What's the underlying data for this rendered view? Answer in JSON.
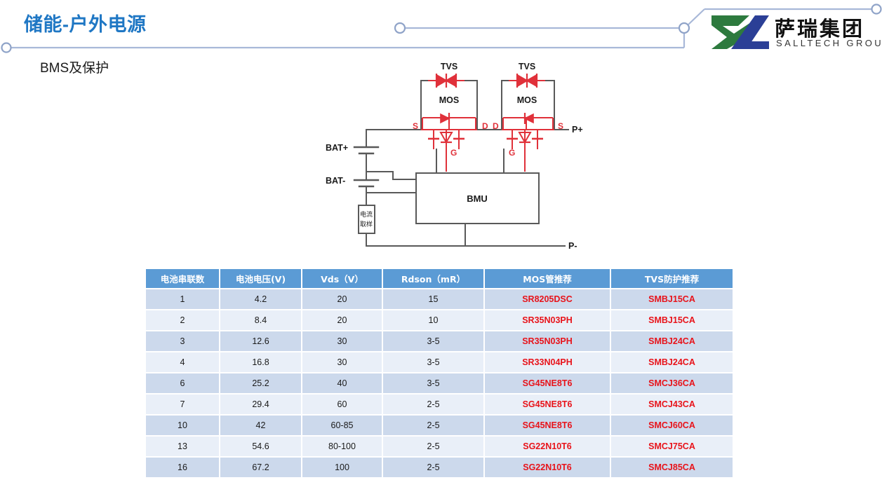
{
  "header": {
    "title": "储能-户外电源",
    "subtitle": "BMS及保护",
    "title_color": "#1f77c4",
    "deco_line_color": "#a8b8d8"
  },
  "logo": {
    "name_cn": "萨瑞集团",
    "name_en": "SALLTECH GROUP",
    "green": "#2d7a3e",
    "blue": "#2b3f96"
  },
  "circuit": {
    "labels": {
      "tvs_left": "TVS",
      "tvs_right": "TVS",
      "mos_left": "MOS",
      "mos_right": "MOS",
      "bat_plus": "BAT+",
      "bat_minus": "BAT-",
      "p_plus": "P+",
      "p_minus": "P-",
      "bmu": "BMU",
      "shunt_line1": "电流",
      "shunt_line2": "取样",
      "m1_s": "S",
      "m1_d": "D",
      "m1_g": "G",
      "m2_d": "D",
      "m2_s": "S",
      "m2_g": "G"
    },
    "colors": {
      "wire": "#595959",
      "device": "#e0313a",
      "label": "#1a1a1a"
    }
  },
  "table": {
    "header_bg": "#5b9bd5",
    "row_bg_odd": "#ccd9ec",
    "row_bg_even": "#e9eff8",
    "part_color": "#e8131a",
    "columns": [
      "电池串联数",
      "电池电压(V)",
      "Vds（V）",
      "Rdson（mR）",
      "MOS管推荐",
      "TVS防护推荐"
    ],
    "rows": [
      {
        "series": "1",
        "voltage": "4.2",
        "vds": "20",
        "rdson": "15",
        "mos": "SR8205DSC",
        "tvs": "SMBJ15CA"
      },
      {
        "series": "2",
        "voltage": "8.4",
        "vds": "20",
        "rdson": "10",
        "mos": "SR35N03PH",
        "tvs": "SMBJ15CA"
      },
      {
        "series": "3",
        "voltage": "12.6",
        "vds": "30",
        "rdson": "3-5",
        "mos": "SR35N03PH",
        "tvs": "SMBJ24CA"
      },
      {
        "series": "4",
        "voltage": "16.8",
        "vds": "30",
        "rdson": "3-5",
        "mos": "SR33N04PH",
        "tvs": "SMBJ24CA"
      },
      {
        "series": "6",
        "voltage": "25.2",
        "vds": "40",
        "rdson": "3-5",
        "mos": "SG45NE8T6",
        "tvs": "SMCJ36CA"
      },
      {
        "series": "7",
        "voltage": "29.4",
        "vds": "60",
        "rdson": "2-5",
        "mos": "SG45NE8T6",
        "tvs": "SMCJ43CA"
      },
      {
        "series": "10",
        "voltage": "42",
        "vds": "60-85",
        "rdson": "2-5",
        "mos": "SG45NE8T6",
        "tvs": "SMCJ60CA"
      },
      {
        "series": "13",
        "voltage": "54.6",
        "vds": "80-100",
        "rdson": "2-5",
        "mos": "SG22N10T6",
        "tvs": "SMCJ75CA"
      },
      {
        "series": "16",
        "voltage": "67.2",
        "vds": "100",
        "rdson": "2-5",
        "mos": "SG22N10T6",
        "tvs": "SMCJ85CA"
      }
    ]
  }
}
